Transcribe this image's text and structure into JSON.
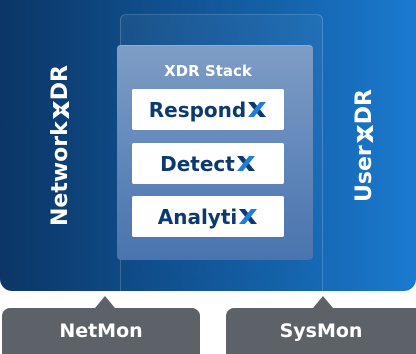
{
  "main": {
    "left_label_prefix": "Network",
    "right_label_prefix": "User",
    "label_suffix": "DR"
  },
  "stack": {
    "title": "XDR Stack",
    "items": [
      {
        "prefix": "Respond"
      },
      {
        "prefix": "Detect"
      },
      {
        "prefix": "Analyti"
      }
    ]
  },
  "monitors": {
    "netmon": "NetMon",
    "sysmon": "SysMon"
  },
  "colors": {
    "brand_dark": "#0b3a70",
    "x_white": "#ffffff",
    "monitor_gray": "#5c6268"
  },
  "icons": [
    "x-logo-icon"
  ]
}
